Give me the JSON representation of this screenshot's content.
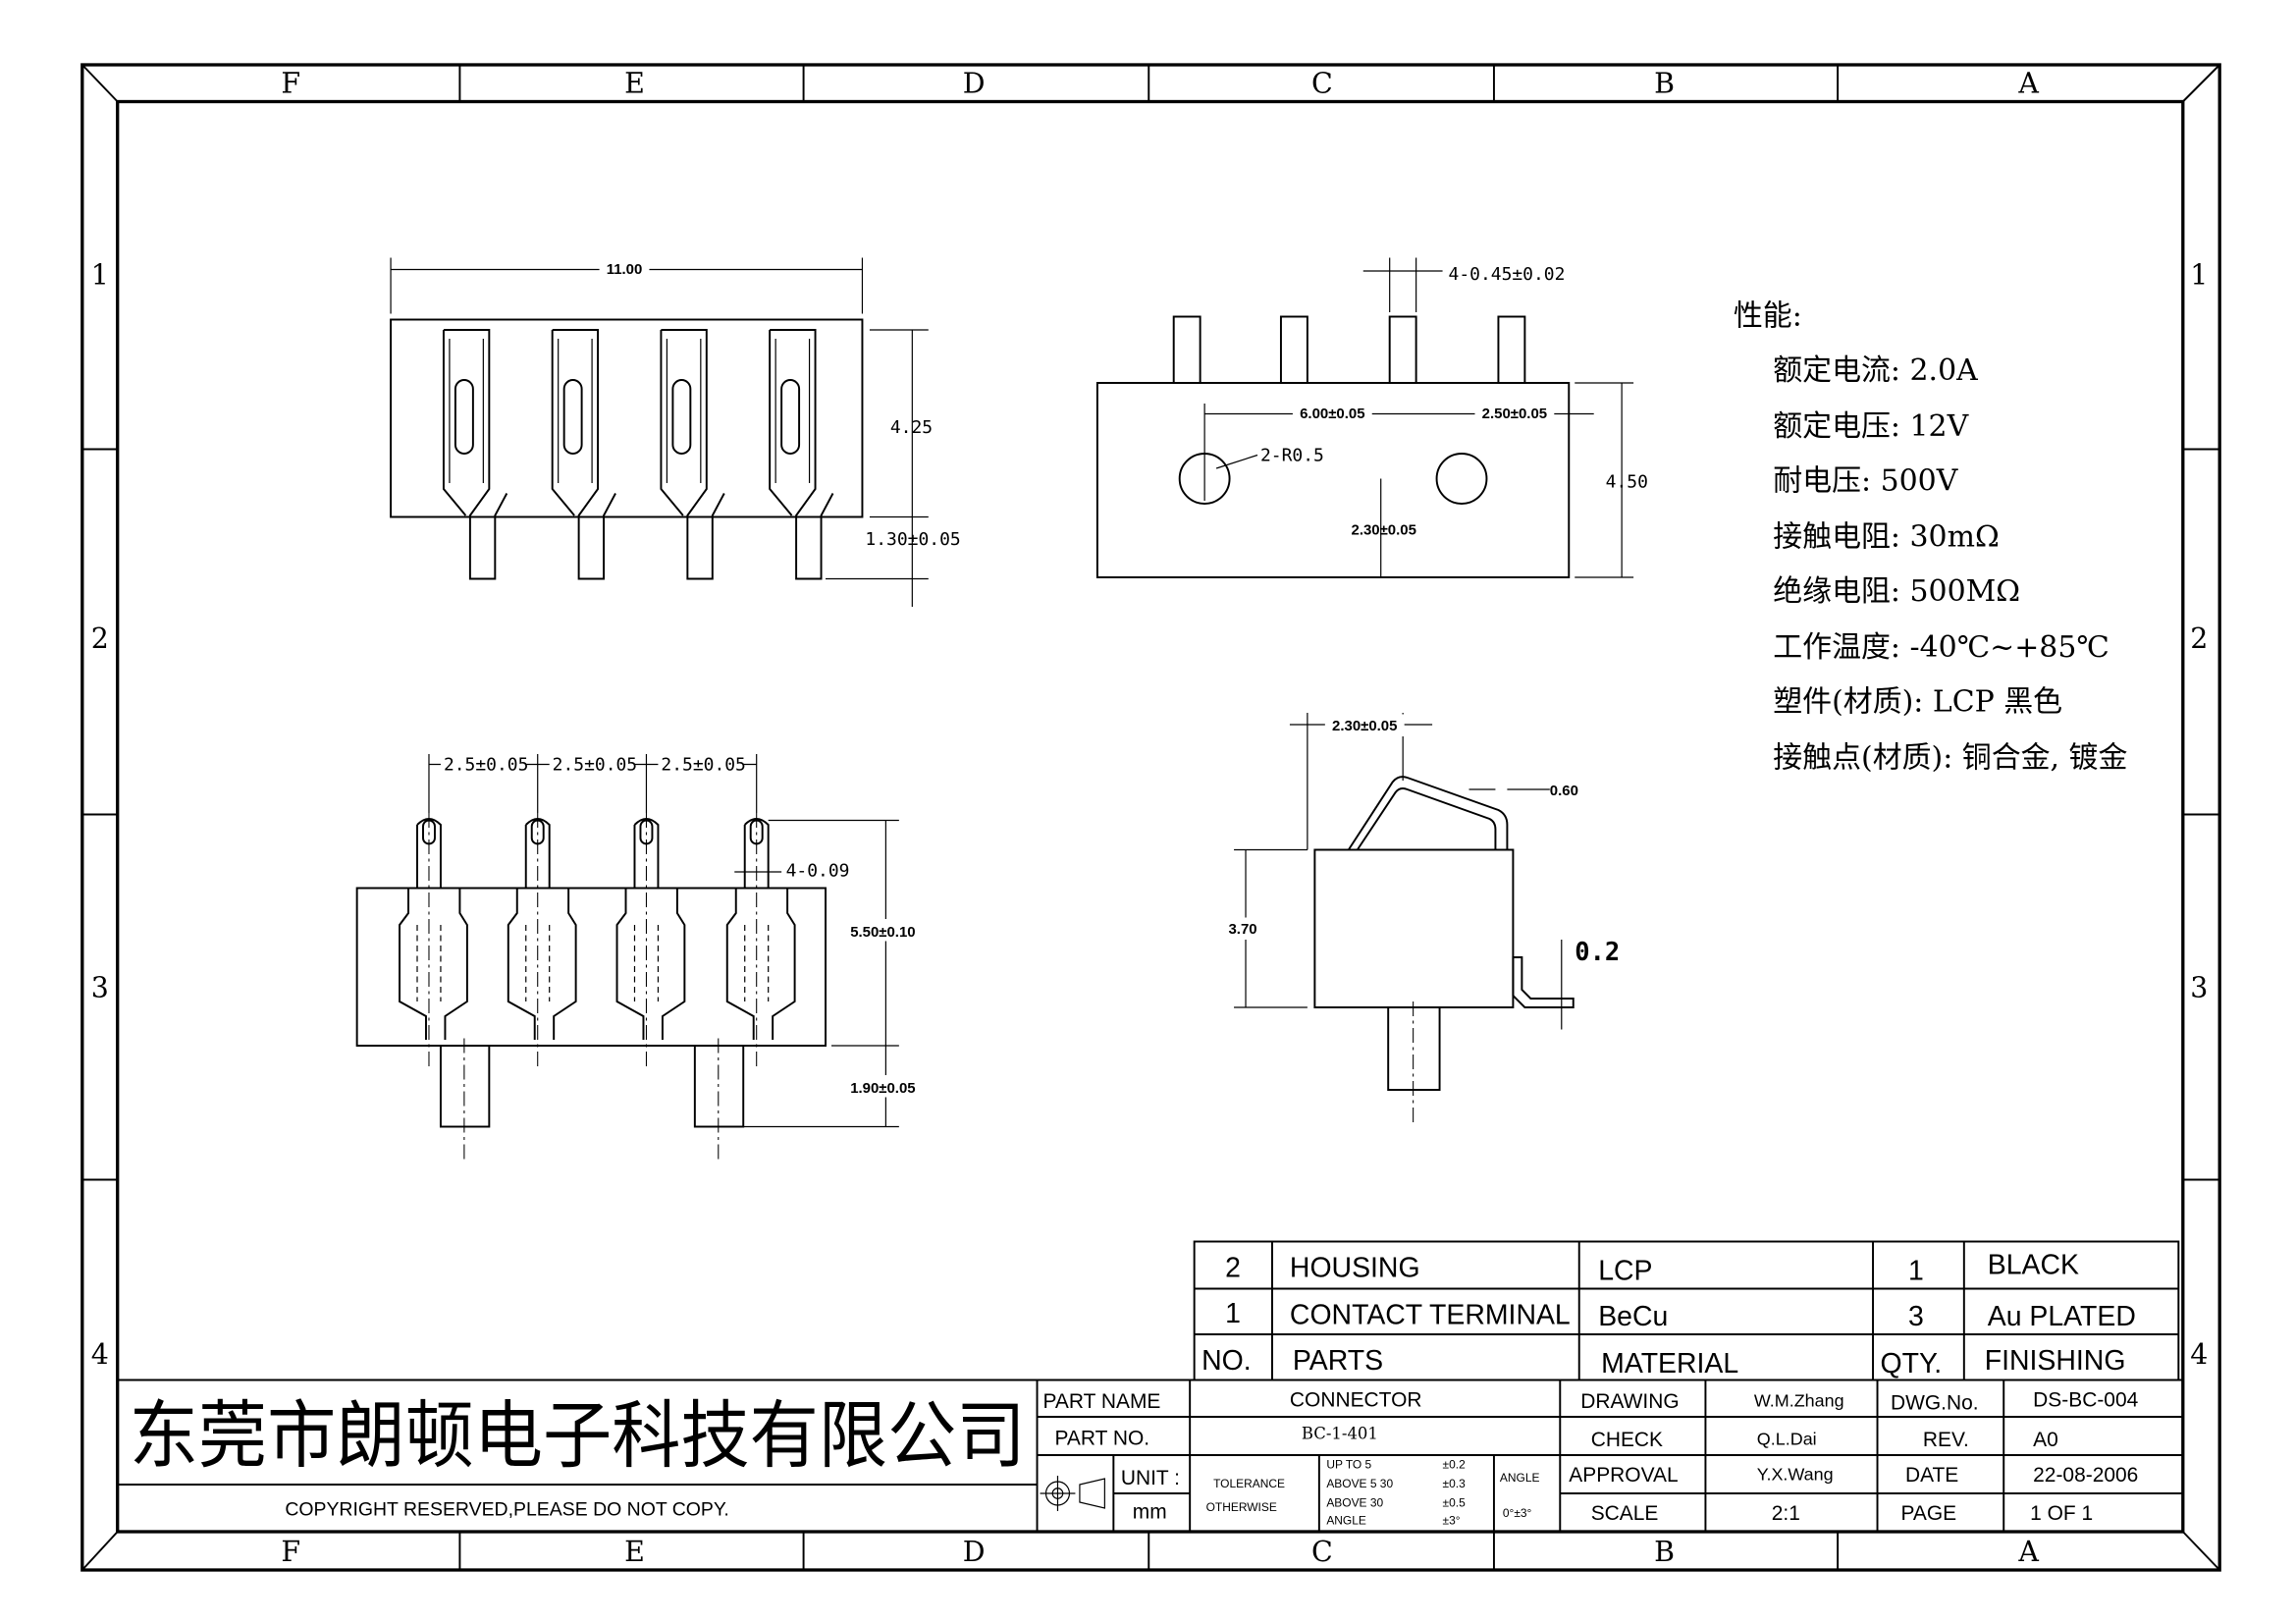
{
  "frame": {
    "columns": [
      "F",
      "E",
      "D",
      "C",
      "B",
      "A"
    ],
    "rows": [
      "1",
      "2",
      "3",
      "4"
    ]
  },
  "front_view": {
    "width_dim": "11.00",
    "height_dim": "4.25",
    "pin_dim": "1.30±0.05"
  },
  "bottom_view": {
    "pin_dim": "4-0.45±0.02",
    "span_dim": "6.00±0.05",
    "offset_dim": "2.50±0.05",
    "hole_label": "2-R0.5",
    "vertical_dim": "2.30±0.05",
    "height_dim": "4.50"
  },
  "section_view": {
    "pitch_dims": [
      "2.5±0.05",
      "2.5±0.05",
      "2.5±0.05"
    ],
    "plunger_dim": "4-0.09",
    "height_dim": "5.50±0.10",
    "tail_dim": "1.90±0.05"
  },
  "side_view": {
    "top_dim": "2.30±0.05",
    "thickness_dim": "0.60",
    "height_dim": "3.70",
    "foot_dim": "0.2"
  },
  "specs": {
    "title": "性能:",
    "lines": [
      "额定电流: 2.0A",
      "额定电压: 12V",
      "耐电压: 500V",
      "接触电阻: 30mΩ",
      "绝缘电阻: 500MΩ",
      "工作温度: -40℃~+85℃",
      "塑件(材质): LCP 黑色",
      "接触点(材质): 铜合金, 镀金"
    ]
  },
  "bom": {
    "rows": [
      {
        "no": "2",
        "part": "HOUSING",
        "material": "LCP",
        "qty": "1",
        "finishing": "BLACK"
      },
      {
        "no": "1",
        "part": "CONTACT TERMINAL",
        "material": "BeCu",
        "qty": "3",
        "finishing": "Au PLATED"
      }
    ],
    "header": {
      "no": "NO.",
      "part": "PARTS",
      "material": "MATERIAL",
      "qty": "QTY.",
      "finishing": "FINISHING"
    }
  },
  "title_block": {
    "company": "东莞市朗顿电子科技有限公司",
    "copyright": "COPYRIGHT RESERVED,PLEASE DO NOT COPY.",
    "part_name_label": "PART NAME",
    "part_name": "CONNECTOR",
    "part_no_label": "PART NO.",
    "part_no": "BC-1-401",
    "unit_label": "UNIT :",
    "unit": "mm",
    "tolerance_label": "TOLERANCE",
    "otherwise_label": "OTHERWISE",
    "tol_up_to_5": "UP TO 5",
    "tol_up_to_5_val": "±0.2",
    "tol_above_5": "ABOVE 5  30",
    "tol_above_5_val": "±0.3",
    "tol_above_30": "ABOVE 30",
    "tol_above_30_val": "±0.5",
    "tol_angle": "ANGLE",
    "tol_angle_val": "±3°",
    "angle_label": "ANGLE",
    "angle_val": "0°±3°",
    "drawing_label": "DRAWING",
    "drawing_by": "W.M.Zhang",
    "check_label": "CHECK",
    "check_by": "Q.L.Dai",
    "approval_label": "APPROVAL",
    "approval_by": "Y.X.Wang",
    "scale_label": "SCALE",
    "scale": "2:1",
    "dwg_no_label": "DWG.No.",
    "dwg_no": "DS-BC-004",
    "rev_label": "REV.",
    "rev": "A0",
    "date_label": "DATE",
    "date": "22-08-2006",
    "page_label": "PAGE",
    "page": "1 OF 1"
  }
}
